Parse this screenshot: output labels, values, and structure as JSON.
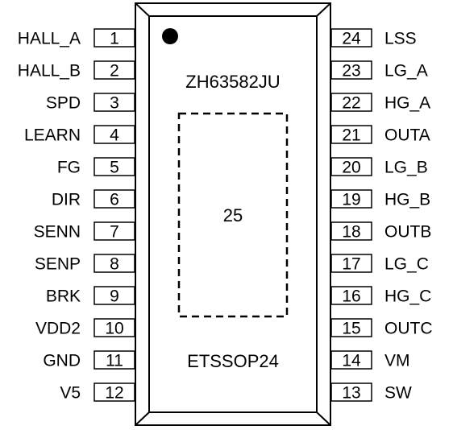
{
  "chip": {
    "part_number": "ZH63582JU",
    "package": "ETSSOP24",
    "thermal_pad": "25"
  },
  "left_pins": [
    {
      "num": "1",
      "name": "HALL_A"
    },
    {
      "num": "2",
      "name": "HALL_B"
    },
    {
      "num": "3",
      "name": "SPD"
    },
    {
      "num": "4",
      "name": "LEARN"
    },
    {
      "num": "5",
      "name": "FG"
    },
    {
      "num": "6",
      "name": "DIR"
    },
    {
      "num": "7",
      "name": "SENN"
    },
    {
      "num": "8",
      "name": "SENP"
    },
    {
      "num": "9",
      "name": "BRK"
    },
    {
      "num": "10",
      "name": "VDD2"
    },
    {
      "num": "11",
      "name": "GND"
    },
    {
      "num": "12",
      "name": "V5"
    }
  ],
  "right_pins": [
    {
      "num": "24",
      "name": "LSS"
    },
    {
      "num": "23",
      "name": "LG_A"
    },
    {
      "num": "22",
      "name": "HG_A"
    },
    {
      "num": "21",
      "name": "OUTA"
    },
    {
      "num": "20",
      "name": "LG_B"
    },
    {
      "num": "19",
      "name": "HG_B"
    },
    {
      "num": "18",
      "name": "OUTB"
    },
    {
      "num": "17",
      "name": "LG_C"
    },
    {
      "num": "16",
      "name": "HG_C"
    },
    {
      "num": "15",
      "name": "OUTC"
    },
    {
      "num": "14",
      "name": "VM"
    },
    {
      "num": "13",
      "name": "SW"
    }
  ]
}
